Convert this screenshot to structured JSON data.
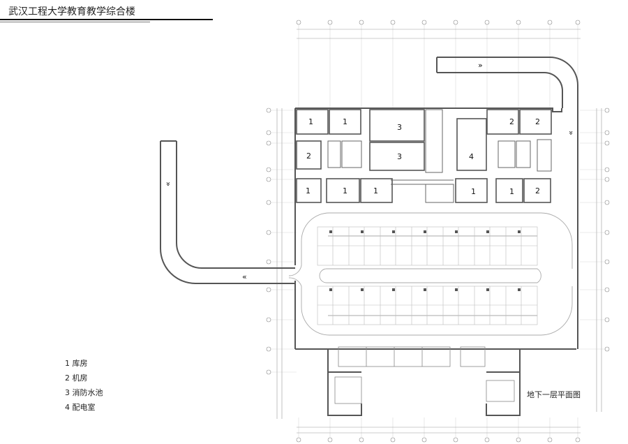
{
  "title": "武汉工程大学教育教学综合楼",
  "plan_label": "地下一层平面图",
  "legend": [
    {
      "number": "1",
      "label": "库房"
    },
    {
      "number": "2",
      "label": "机房"
    },
    {
      "number": "3",
      "label": "消防水池"
    },
    {
      "number": "4",
      "label": "配电室"
    }
  ],
  "ramp_arrows": {
    "top_ramp": "»",
    "east_ramp": "»",
    "west_ramp": "«",
    "entry_ramp": "«"
  },
  "rooms": {
    "n1": "1",
    "n2": "1",
    "n3": "3",
    "n4": "3",
    "n5": "4",
    "n6": "2",
    "n7": "2",
    "w1": "2",
    "s1": "1",
    "s2": "1",
    "s3": "1",
    "s4": "1",
    "s5": "1",
    "s6": "2"
  }
}
